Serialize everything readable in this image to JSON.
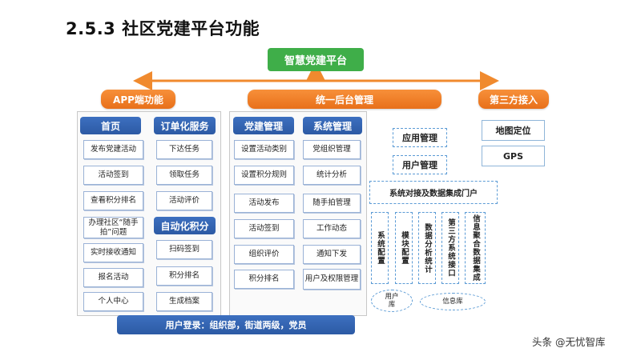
{
  "title": "2.5.3 社区党建平台功能",
  "top_node": "智慧党建平台",
  "categories": {
    "app": "APP端功能",
    "unified": "统一后台管理",
    "third": "第三方接入"
  },
  "app": {
    "home": {
      "header": "首页",
      "items": [
        "发布党建活动",
        "活动签到",
        "查看积分排名",
        "办理社区“随手拍”问题",
        "实时接收通知",
        "报名活动",
        "个人中心"
      ]
    },
    "order_service": {
      "header": "订单化服务",
      "items": [
        "下达任务",
        "领取任务",
        "活动评价"
      ]
    },
    "auto_points": {
      "header": "自动化积分",
      "items": [
        "扫码签到",
        "积分排名",
        "生成档案"
      ]
    }
  },
  "mgmt": {
    "party": {
      "header": "党建管理",
      "items": [
        "设置活动类别",
        "设置积分规则",
        "活动发布",
        "活动签到",
        "组织评价",
        "积分排名"
      ]
    },
    "system": {
      "header": "系统管理",
      "items": [
        "党组织管理",
        "统计分析",
        "随手拍管理",
        "工作动态",
        "通知下发",
        "用户及权限管理"
      ]
    }
  },
  "portal": {
    "app_mgmt": "应用管理",
    "user_mgmt": "用户管理",
    "integration": "系统对接及数据集成门户",
    "columns": [
      "系统配置",
      "模块配置",
      "数据分析统计",
      "第三方系统接口",
      "信息聚合数据集成"
    ],
    "user_db": "用户库",
    "info_db": "信息库"
  },
  "third": {
    "items": [
      "地图定位",
      "GPS"
    ]
  },
  "login": "用户登录：组织部，街道两级，党员",
  "watermark": "头条 @无忧智库",
  "colors": {
    "green": "#3fae49",
    "orange": "#f08a2e",
    "blue": "#2f5ea8",
    "dash": "#5b9bd5"
  }
}
